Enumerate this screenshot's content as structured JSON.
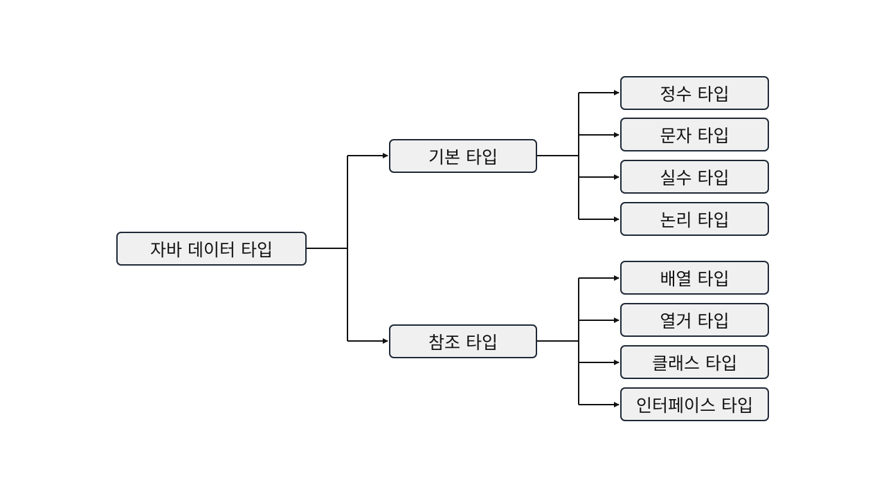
{
  "root": {
    "label": "자바 데이터 타입"
  },
  "branches": [
    {
      "label": "기본 타입",
      "children": [
        "정수 타입",
        "문자 타입",
        "실수 타입",
        "논리 타입"
      ]
    },
    {
      "label": "참조 타입",
      "children": [
        "배열 타입",
        "열거 타입",
        "클래스 타입",
        "인터페이스 타입"
      ]
    }
  ],
  "colors": {
    "node_fill": "#f0f0f0",
    "node_border": "#1f2937",
    "connector": "#111111"
  }
}
